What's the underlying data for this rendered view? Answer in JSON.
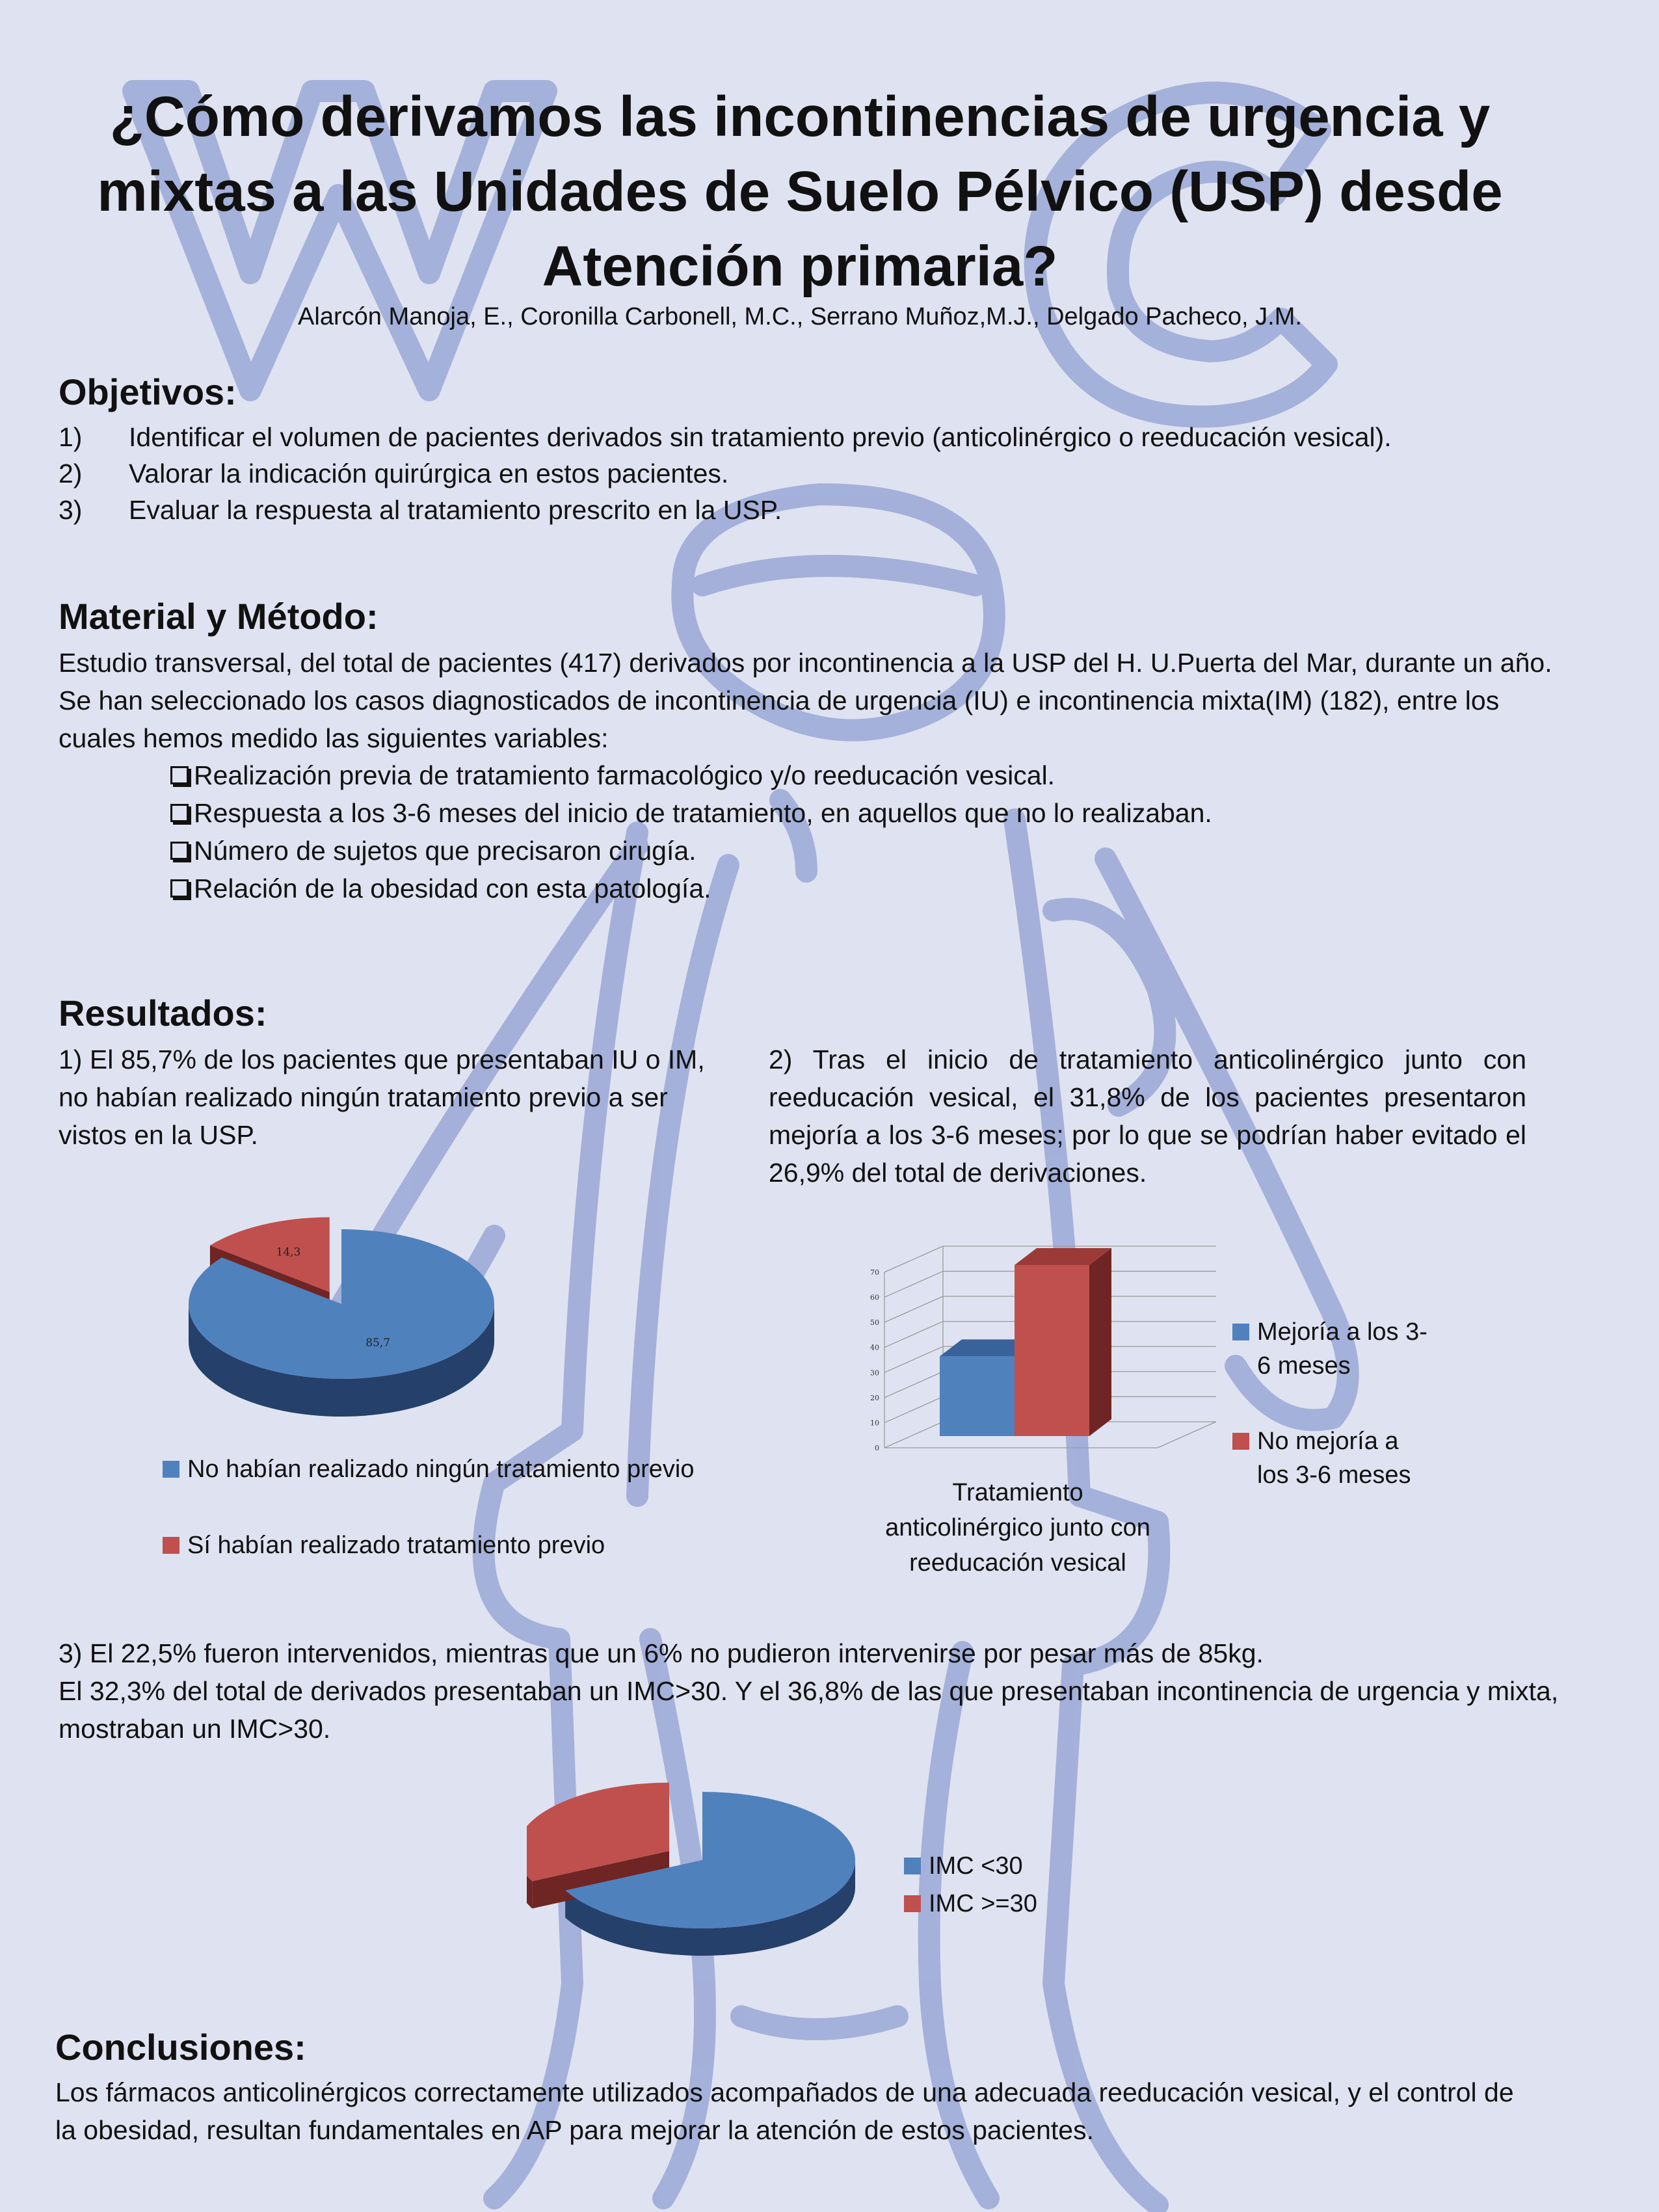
{
  "title": "¿Cómo derivamos las incontinencias de urgencia y mixtas a las Unidades de Suelo Pélvico (USP) desde Atención primaria?",
  "authors": "Alarcón Manoja, E., Coronilla Carbonell, M.C., Serrano Muñoz,M.J., Delgado Pacheco, J.M.",
  "logo_text": "WC",
  "objetivos": {
    "heading": "Objetivos:",
    "items": [
      {
        "num": "1)",
        "text": "Identificar el volumen de pacientes derivados sin tratamiento  previo (anticolinérgico o reeducación vesical)."
      },
      {
        "num": "2)",
        "text": "Valorar la indicación quirúrgica en estos pacientes."
      },
      {
        "num": "3)",
        "text": "Evaluar la respuesta al tratamiento prescrito en la USP."
      }
    ]
  },
  "metodo": {
    "heading": "Material y Método:",
    "intro": "Estudio transversal, del total de pacientes (417) derivados por incontinencia a la USP del H. U.Puerta del Mar, durante un año. Se han seleccionado los casos diagnosticados de incontinencia de urgencia (IU) e incontinencia mixta(IM) (182), entre los cuales hemos medido las siguientes variables:",
    "items": [
      "Realización previa de tratamiento farmacológico y/o  reeducación vesical.",
      "Respuesta a los 3-6 meses del inicio de tratamiento, en aquellos que no lo realizaban.",
      "Número de sujetos que precisaron cirugía.",
      "Relación de la obesidad con esta patología."
    ]
  },
  "resultados": {
    "heading": "Resultados:",
    "r1": "1) El 85,7% de los pacientes que presentaban IU o IM, no habían realizado ningún tratamiento previo a ser vistos en la USP.",
    "r2": "2) Tras el inicio de tratamiento anticolinérgico junto con reeducación vesical, el 31,8% de los pacientes presentaron mejoría a los 3-6 meses; por lo que se podrían haber evitado el 26,9% del total de derivaciones.",
    "r3a": "3) El 22,5% fueron intervenidos, mientras que un 6% no pudieron intervenirse por pesar más de 85kg.",
    "r3b": "El 32,3% del total de derivados presentaban un IMC>30. Y el 36,8% de las que presentaban incontinencia de urgencia y mixta, mostraban un IMC>30."
  },
  "conclusiones": {
    "heading": "Conclusiones:",
    "text": "Los fármacos anticolinérgicos correctamente utilizados acompañados de una adecuada reeducación vesical, y el control  de la  obesidad, resultan fundamentales en AP para mejorar la atención de estos pacientes."
  },
  "colors": {
    "blue": "#4f81bd",
    "red": "#c0504d",
    "blue_dark": "#25406b",
    "red_dark": "#6e2523",
    "figure": "#9aa8d6"
  },
  "chart_data": [
    {
      "type": "pie",
      "labels": [
        "No habían realizado ningún tratamiento previo",
        "Sí habían realizado tratamiento previo"
      ],
      "values": [
        85.7,
        14.3
      ],
      "data_labels": [
        "85,7",
        "14,3"
      ],
      "legend": "bottom"
    },
    {
      "type": "bar",
      "categories": [
        "Tratamiento anticolinérgico junto con reeducación vesical"
      ],
      "series": [
        {
          "name": "Mejoría a los 3-6 meses",
          "values": [
            31.8
          ]
        },
        {
          "name": "No mejoría a los 3-6 meses",
          "values": [
            68.2
          ]
        }
      ],
      "ylim": [
        0,
        70
      ],
      "yticks": [
        "0",
        "10",
        "20",
        "30",
        "40",
        "50",
        "60",
        "70"
      ],
      "grid": true,
      "legend": "right"
    },
    {
      "type": "pie",
      "labels": [
        "IMC <30",
        "IMC >=30"
      ],
      "values": [
        67.7,
        32.3
      ],
      "legend": "right"
    }
  ]
}
